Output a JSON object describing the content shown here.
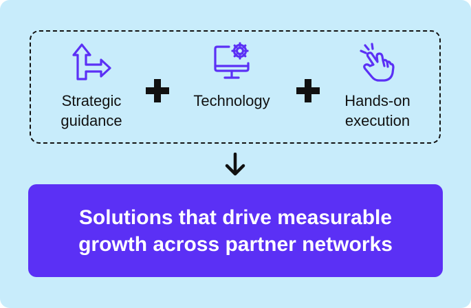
{
  "colors": {
    "background": "#c8ecfb",
    "accent": "#5b30f5",
    "icon_stroke": "#5b30f5",
    "text": "#111111"
  },
  "components": [
    {
      "label": "Strategic\nguidance",
      "icon": "split-arrow-icon"
    },
    {
      "label": "Technology",
      "icon": "monitor-gear-icon"
    },
    {
      "label": "Hands-on\nexecution",
      "icon": "hand-pointer-icon"
    }
  ],
  "operators": [
    "plus-icon",
    "plus-icon"
  ],
  "connector_icon": "arrow-down-icon",
  "result": {
    "text": "Solutions that drive measurable\ngrowth across partner networks"
  }
}
